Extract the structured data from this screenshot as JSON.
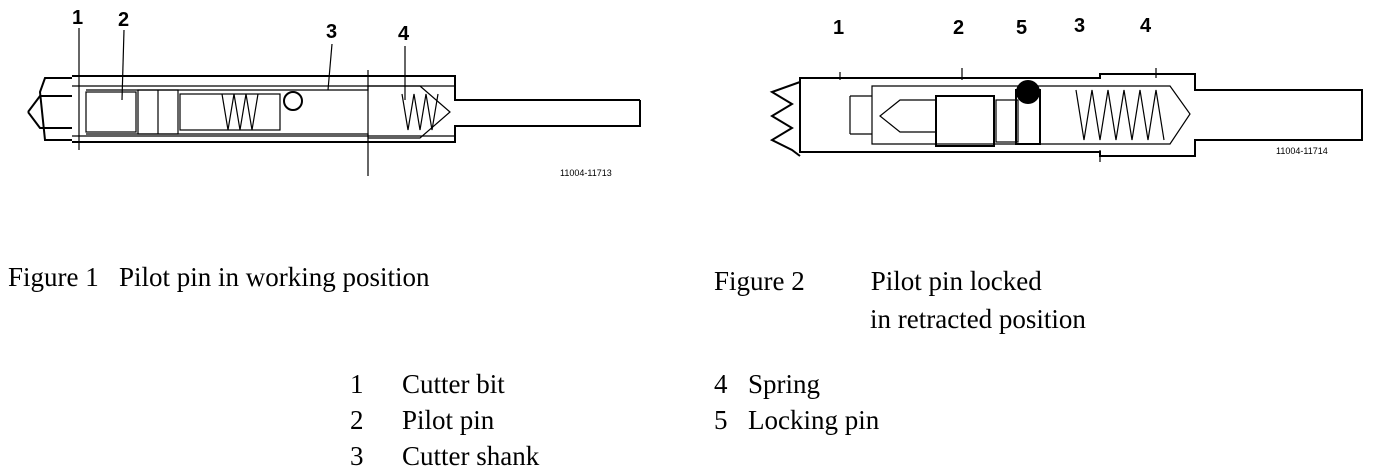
{
  "figure1": {
    "callouts": [
      "1",
      "2",
      "3",
      "4"
    ],
    "image_id": "11004-11713",
    "caption_label": "Figure 1",
    "caption_text": "Pilot pin in working position"
  },
  "figure2": {
    "callouts": [
      "1",
      "2",
      "5",
      "3",
      "4"
    ],
    "image_id": "11004-11714",
    "caption_label": "Figure 2",
    "caption_line1": "Pilot pin locked",
    "caption_line2": "in retracted position"
  },
  "legend": {
    "left": [
      {
        "num": "1",
        "label": "Cutter bit"
      },
      {
        "num": "2",
        "label": "Pilot pin"
      },
      {
        "num": "3",
        "label": "Cutter shank"
      }
    ],
    "right": [
      {
        "num": "4",
        "label": "Spring"
      },
      {
        "num": "5",
        "label": "Locking pin"
      }
    ]
  }
}
